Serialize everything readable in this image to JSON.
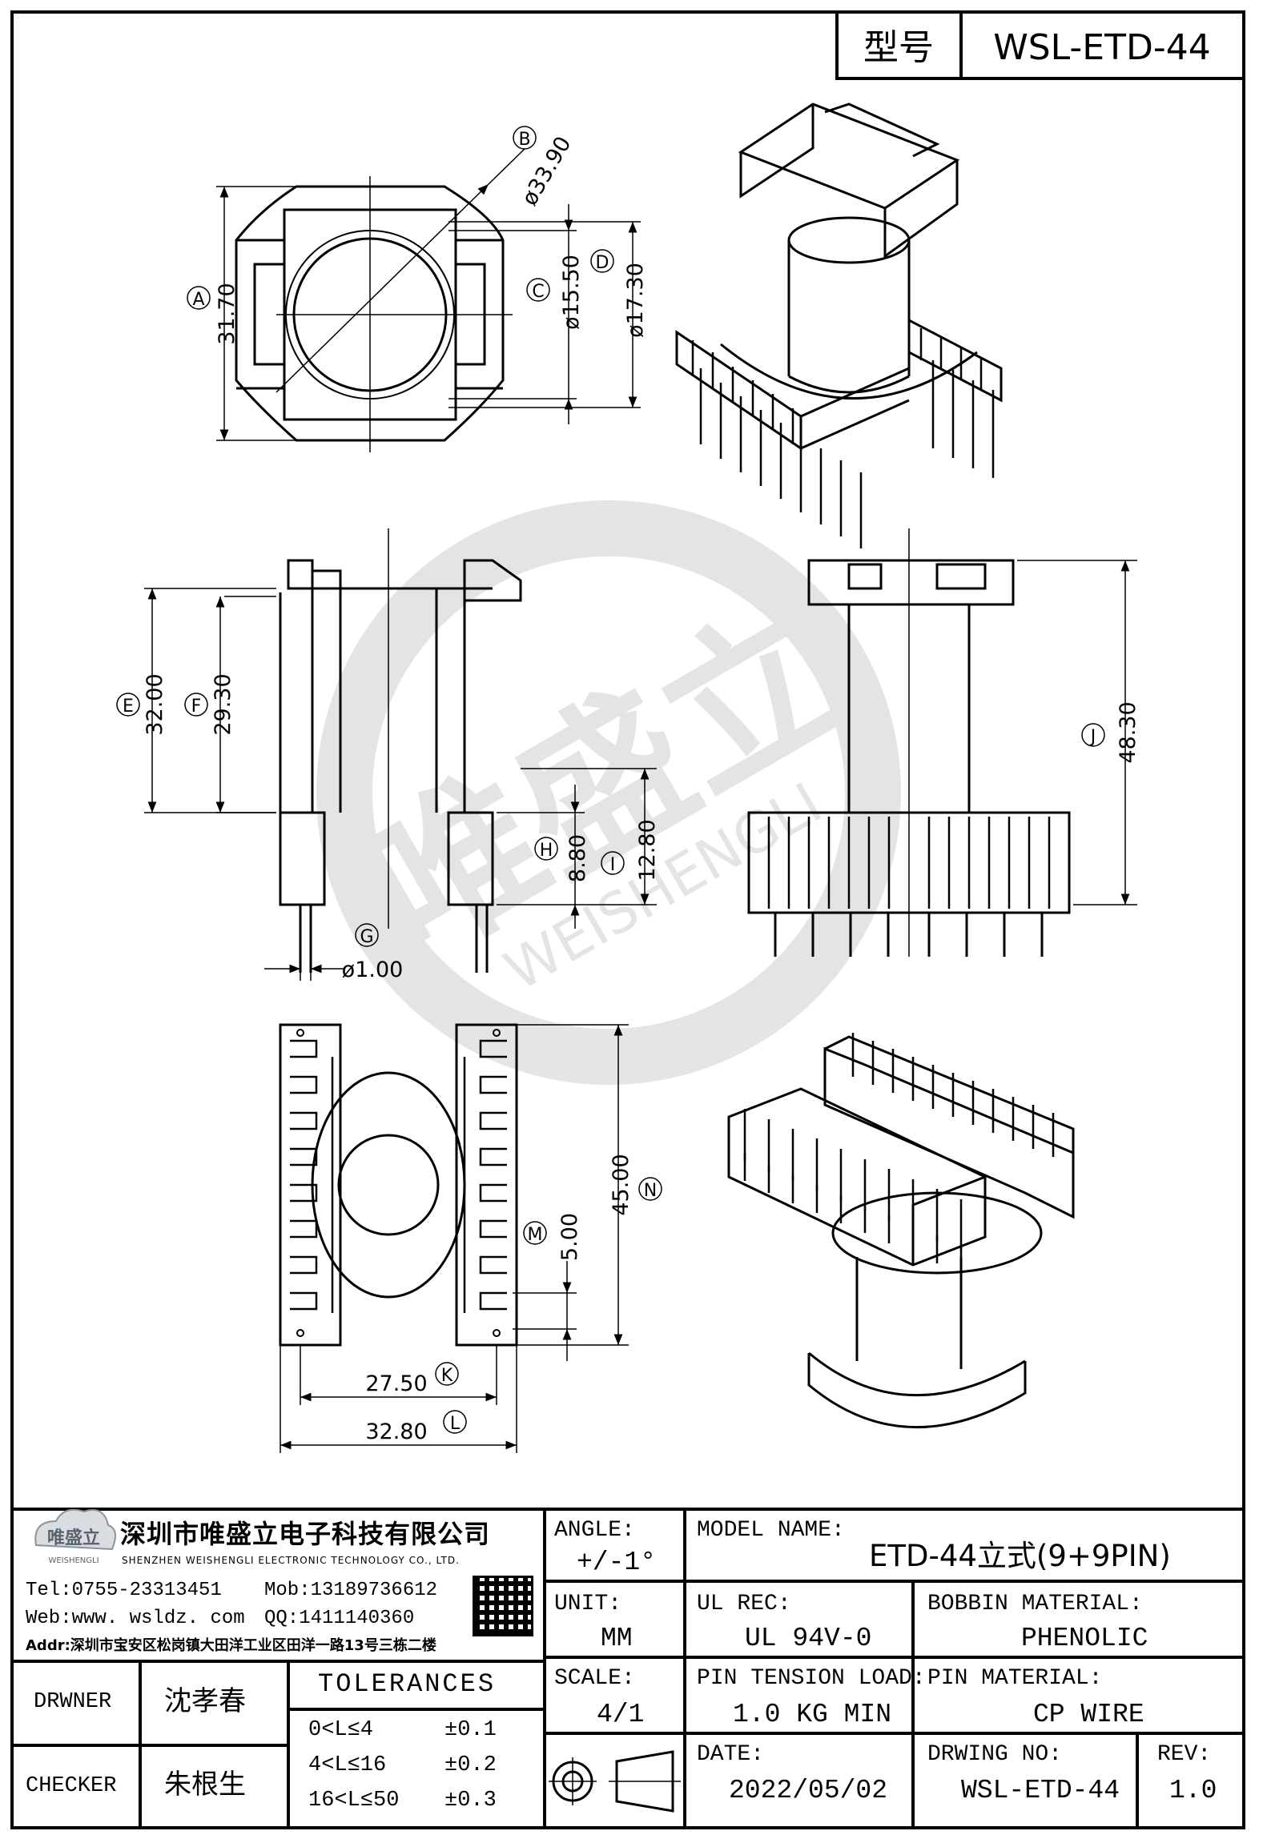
{
  "header": {
    "model_label": "型号",
    "model_value": "WSL-ETD-44"
  },
  "watermark": {
    "brand_cn": "唯盛立",
    "brand_en": "WEISHENGLI"
  },
  "dimensions": {
    "A": {
      "letter": "A",
      "value": "31.70"
    },
    "B": {
      "letter": "B",
      "value": "ø33.90"
    },
    "C": {
      "letter": "C",
      "value": "ø15.50"
    },
    "D": {
      "letter": "D",
      "value": "ø17.30"
    },
    "E": {
      "letter": "E",
      "value": "32.00"
    },
    "F": {
      "letter": "F",
      "value": "29.30"
    },
    "G": {
      "letter": "G",
      "value": "ø1.00"
    },
    "H": {
      "letter": "H",
      "value": "8.80"
    },
    "I": {
      "letter": "I",
      "value": "12.80"
    },
    "J": {
      "letter": "J",
      "value": "48.30"
    },
    "K": {
      "letter": "K",
      "value": "27.50"
    },
    "L": {
      "letter": "L",
      "value": "32.80"
    },
    "M": {
      "letter": "M",
      "value": "5.00"
    },
    "N": {
      "letter": "N",
      "value": "45.00"
    }
  },
  "company": {
    "logo_text": "唯盛立",
    "logo_sub": "WEISHENGLI",
    "name_cn": "深圳市唯盛立电子科技有限公司",
    "name_en": "SHENZHEN WEISHENGLI ELECTRONIC TECHNOLOGY CO., LTD.",
    "tel": "Tel:0755-23313451",
    "mob": "Mob:13189736612",
    "web": "Web:www. wsldz. com",
    "qq": "QQ:1411140360",
    "addr": "Addr:深圳市宝安区松岗镇大田洋工业区田洋一路13号三栋二楼"
  },
  "title_block": {
    "angle_label": "ANGLE:",
    "angle_value": "+/-1°",
    "model_name_label": "MODEL NAME:",
    "model_name_value": "ETD-44立式(9+9PIN)",
    "unit_label": "UNIT:",
    "unit_value": "MM",
    "ul_label": "UL REC:",
    "ul_value": "UL 94V-0",
    "bobbin_label": "BOBBIN MATERIAL:",
    "bobbin_value": "PHENOLIC",
    "scale_label": "SCALE:",
    "scale_value": "4/1",
    "pin_tension_label": "PIN TENSION LOAD:",
    "pin_tension_value": "1.0 KG MIN",
    "pin_material_label": "PIN MATERIAL:",
    "pin_material_value": "CP WIRE",
    "date_label": "DATE:",
    "date_value": "2022/05/02",
    "drawing_no_label": "DRWING NO:",
    "drawing_no_value": "WSL-ETD-44",
    "rev_label": "REV:",
    "rev_value": "1.0",
    "drawer_label": "DRWNER",
    "drawer_value": "沈孝春",
    "checker_label": "CHECKER",
    "checker_value": "朱根生",
    "tolerances_title": "TOLERANCES",
    "tolerances": [
      {
        "range": "0<L≤4",
        "value": "±0.1"
      },
      {
        "range": "4<L≤16",
        "value": "±0.2"
      },
      {
        "range": "16<L≤50",
        "value": "±0.3"
      }
    ]
  }
}
